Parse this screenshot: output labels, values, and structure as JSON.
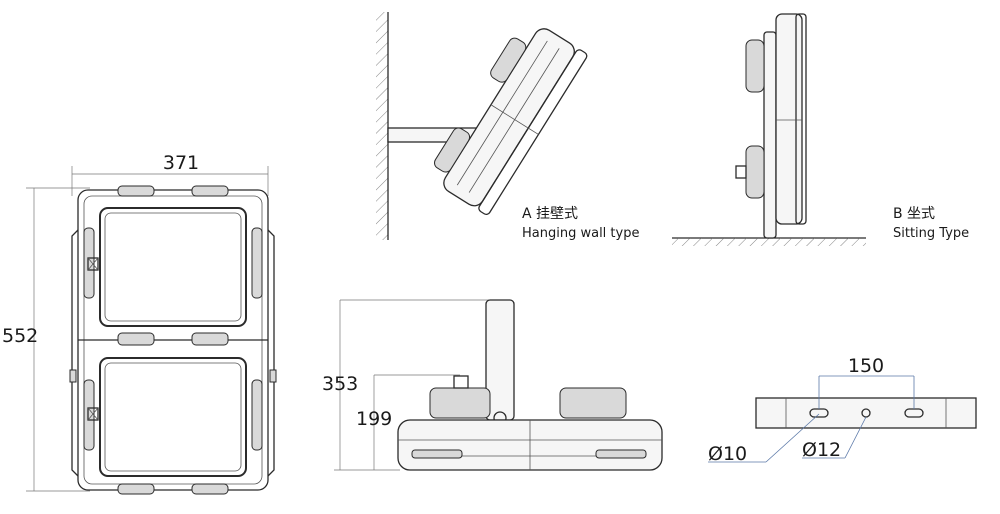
{
  "front_view": {
    "width_dim": "371",
    "height_dim": "552"
  },
  "side_view_a": {
    "label_cn": "A 挂壁式",
    "label_en": "Hanging wall type"
  },
  "side_view_b": {
    "label_cn": "B 坐式",
    "label_en": "Sitting Type"
  },
  "bottom_view": {
    "overall_height_dim": "353",
    "body_height_dim": "199"
  },
  "bracket": {
    "hole_spacing_dim": "150",
    "slot_dim": "Ø10",
    "hole_dim": "Ø12"
  }
}
